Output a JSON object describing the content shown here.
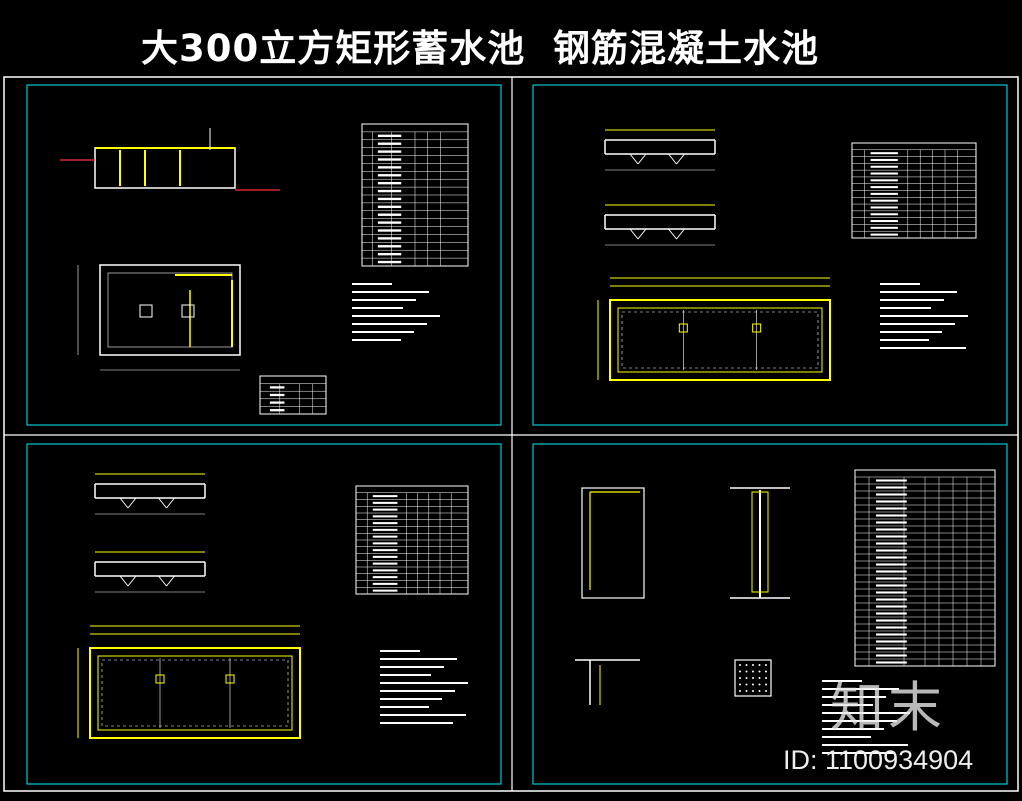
{
  "title": "大300立方矩形蓄水池  钢筋混凝土水池",
  "watermark": "知末",
  "id_label": "ID: 1100934904",
  "colors": {
    "background": "#000000",
    "frame": "#ffffff",
    "inner_frame": "#00c8d2",
    "structure": "#ffff00",
    "lines": "#ffffff",
    "accent": "#ff3030"
  },
  "panels": [
    {
      "name": "plan-and-section-with-equipment-table"
    },
    {
      "name": "floor-reinforcement-plan-with-rebar-table"
    },
    {
      "name": "top-slab-reinforcement-plan-with-rebar-table"
    },
    {
      "name": "wall-and-column-details-with-rebar-table"
    }
  ]
}
